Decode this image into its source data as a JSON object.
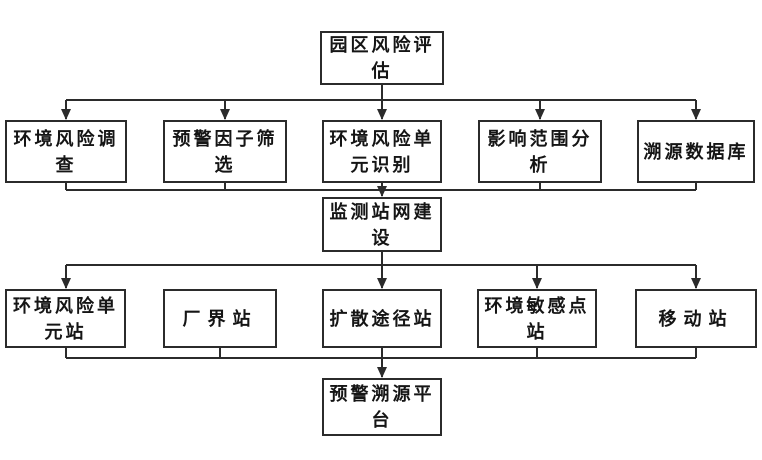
{
  "diagram": {
    "background": "#ffffff",
    "line_color": "#2b2b2b",
    "box_border_color": "#2b2b2b",
    "text_color": "#151515",
    "nodes": {
      "top": {
        "label": "园区风险评\n估"
      },
      "row2": [
        {
          "label": "环境风险调\n查"
        },
        {
          "label": "预警因子筛\n选"
        },
        {
          "label": "环境风险单\n元识别"
        },
        {
          "label": "影响范围分\n析"
        },
        {
          "label": "溯源数据库"
        }
      ],
      "middle": {
        "label": "监测站网建\n设"
      },
      "row4": [
        {
          "label": "环境风险单\n元站"
        },
        {
          "label": "厂界站"
        },
        {
          "label": "扩散途径站"
        },
        {
          "label": "环境敏感点\n站"
        },
        {
          "label": "移动站"
        }
      ],
      "bottom": {
        "label": "预警溯源平\n台"
      }
    }
  }
}
